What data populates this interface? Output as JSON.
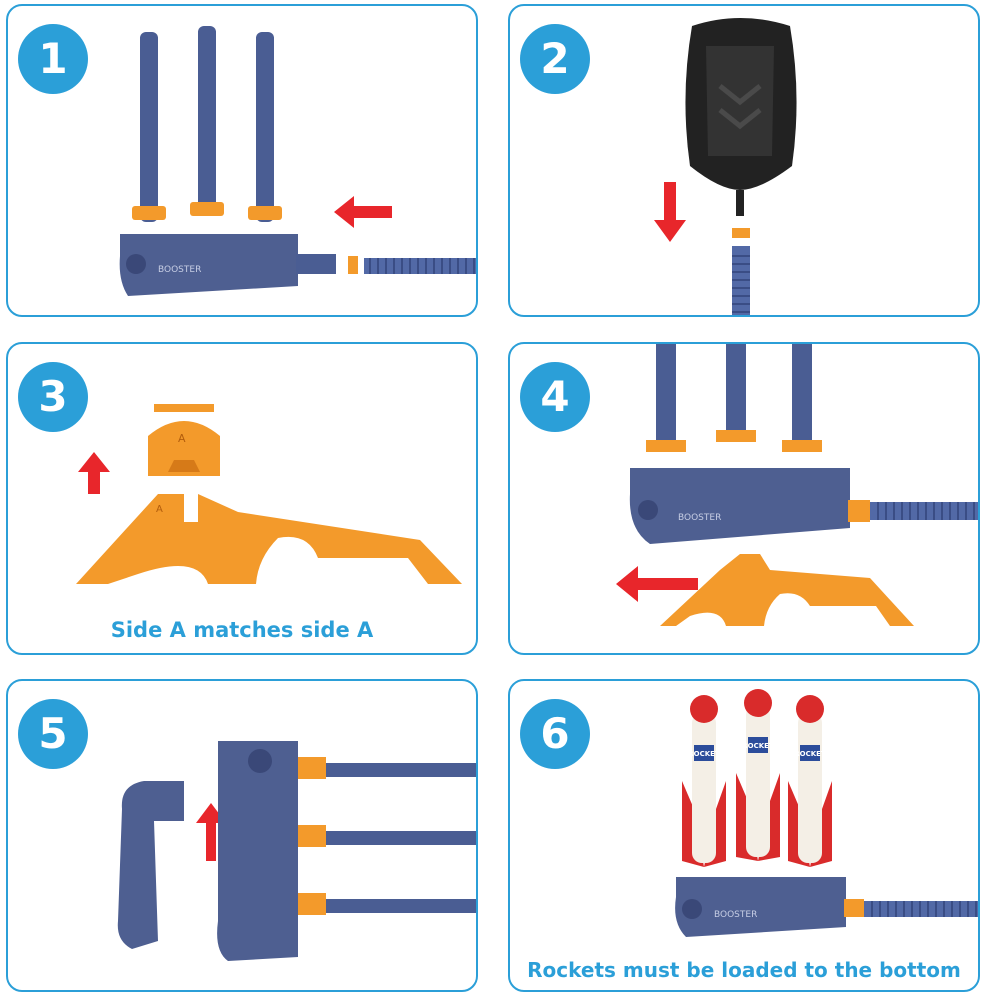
{
  "steps": [
    {
      "number": "1"
    },
    {
      "number": "2"
    },
    {
      "number": "3",
      "caption": "Side A matches side A"
    },
    {
      "number": "4"
    },
    {
      "number": "5"
    },
    {
      "number": "6",
      "caption": "Rockets must be loaded to the bottom"
    }
  ],
  "part_labels": {
    "booster": "BOOSTER",
    "side_marker": "A",
    "rocket": "ROCKET"
  },
  "colors": {
    "accent": "#2b9fd8",
    "tube_blue": "#4a5d93",
    "orange": "#f39a2b",
    "arrow_red": "#e8262b",
    "pump_black": "#222222",
    "rocket_red": "#d92b2b"
  }
}
